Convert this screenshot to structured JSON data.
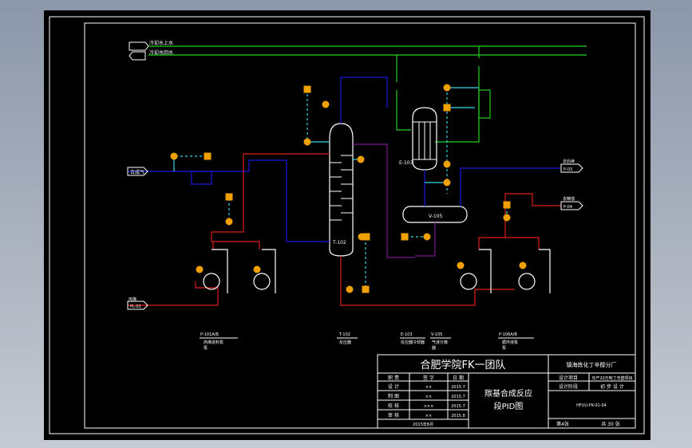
{
  "drawing": {
    "background_color": "#000000",
    "line_colors": {
      "steam_green": "#22d022",
      "process_blue": "#1a1adf",
      "process_red": "#e01c1c",
      "purple": "#7a1a8a",
      "signal_cyan": "#33d6e6",
      "instrument_orange": "#f0a000",
      "outline_white": "#ffffff"
    }
  },
  "utility_lines": [
    {
      "label": "冷却水上水"
    },
    {
      "label": "冷却水回水"
    }
  ],
  "feeds": {
    "left_top": {
      "label": "合成气"
    },
    "left_bottom": {
      "label": "丙烯",
      "tag": "PL-01"
    },
    "right_top": {
      "label": "去后续",
      "tag": "P-03"
    },
    "right_bottom": {
      "label": "去精馏",
      "tag": "P-04"
    }
  },
  "equipment": [
    {
      "tag": "T-102",
      "name": "反应器",
      "kind": "column"
    },
    {
      "tag": "E-103",
      "name": "反应器冷却器",
      "kind": "heat-exchanger"
    },
    {
      "tag": "V-105",
      "name": "气液分离器",
      "kind": "drum"
    },
    {
      "tag": "P-101A/B",
      "name": "丙烯进料泵",
      "kind": "pump-pair"
    },
    {
      "tag": "P-106A/B",
      "name": "循环液泵",
      "kind": "pump-pair"
    }
  ],
  "equipment_labels": [
    {
      "tag": "P-101A/B",
      "line1": "丙烯进料泵",
      "line2": "泵"
    },
    {
      "tag": "T-102",
      "line1": "反应器",
      "line2": ""
    },
    {
      "tag": "E-103",
      "line1": "反应器冷却器",
      "line2": ""
    },
    {
      "tag": "V-105",
      "line1": "气液分离",
      "line2": "器"
    },
    {
      "tag": "P-106A/B",
      "line1": "循环液泵",
      "line2": "泵"
    }
  ],
  "title_block": {
    "team": "合肥学院FK一团队",
    "company": "镇海炼化丁辛醇分厂",
    "headers": [
      "职 责",
      "签 字",
      "日 期"
    ],
    "rows": [
      {
        "role": "设 计",
        "sign": "××",
        "date": "2015.7"
      },
      {
        "role": "制 图",
        "sign": "××",
        "date": "2015.7"
      },
      {
        "role": "校 核",
        "sign": "×××",
        "date": "2015.7"
      },
      {
        "role": "审 核",
        "sign": "××",
        "date": "2015.8"
      }
    ],
    "footer_date": "2015年8月",
    "drawing_title_line1": "羰基合成反应",
    "drawing_title_line2": "段PID图",
    "project_label": "设计项目",
    "project_value": "年产20万吨丁辛醇项目",
    "stage_label": "设计阶段",
    "stage_value": "初 步 设 计",
    "drawing_number": "HFUU-FK-01-04",
    "sheet_no": "第4张",
    "sheet_total": "共 30 张"
  }
}
